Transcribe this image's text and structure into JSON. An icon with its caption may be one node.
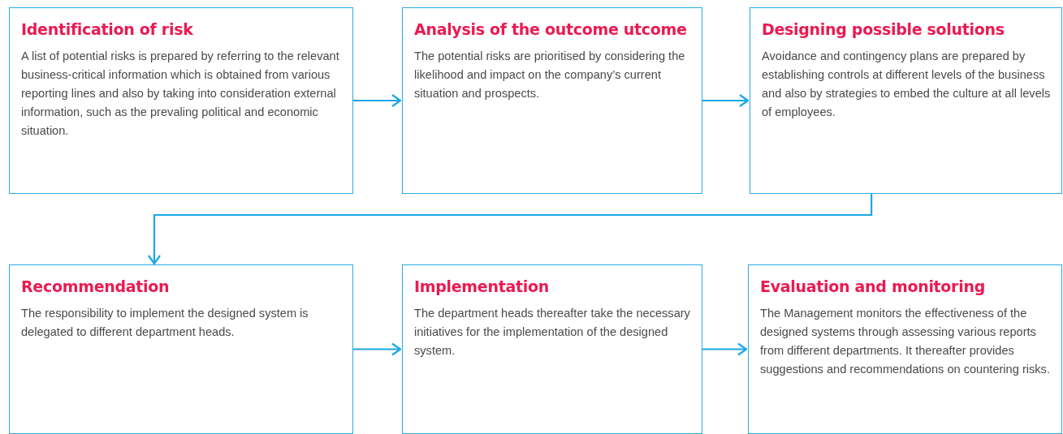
{
  "diagram": {
    "nodes": [
      {
        "text": [
          "Identification of risk",
          "A list of potential risks is prepared by referring to the relevant business-critical information which is obtained from various reporting lines and also by taking into consideration external information, such as the prevaling political and economic situation."
        ]
      },
      {
        "text": [
          "Analysis of the outcome utcome",
          "The potential risks are prioritised by considering the likelihood and impact on the company’s current situation and prospects."
        ]
      },
      {
        "text": [
          "Designing possible solutions",
          "Avoidance and contingency plans are prepared by establishing controls at different levels of the business and also by strategies to embed the culture at all levels of employees."
        ]
      },
      {
        "text": [
          "Recommendation",
          "The responsibility to implement the designed system is delegated to different department heads."
        ]
      },
      {
        "text": [
          "Implementation",
          "The department heads thereafter take the necessary initiatives for the implementation of the designed system."
        ]
      },
      {
        "text": [
          "Evaluation and monitoring",
          "The Management monitors the effectiveness of the designed systems through assessing various reports from different departments. It thereafter provides suggestions and recommendations on countering risks."
        ]
      }
    ],
    "edges": [
      {
        "from": 0,
        "to": 1,
        "arrow": "to"
      },
      {
        "from": 1,
        "to": 2,
        "arrow": "to"
      },
      {
        "from": 2,
        "to": 3,
        "arrow": "to"
      },
      {
        "from": 3,
        "to": 4,
        "arrow": "to"
      },
      {
        "from": 4,
        "to": 5,
        "arrow": "to"
      }
    ]
  }
}
